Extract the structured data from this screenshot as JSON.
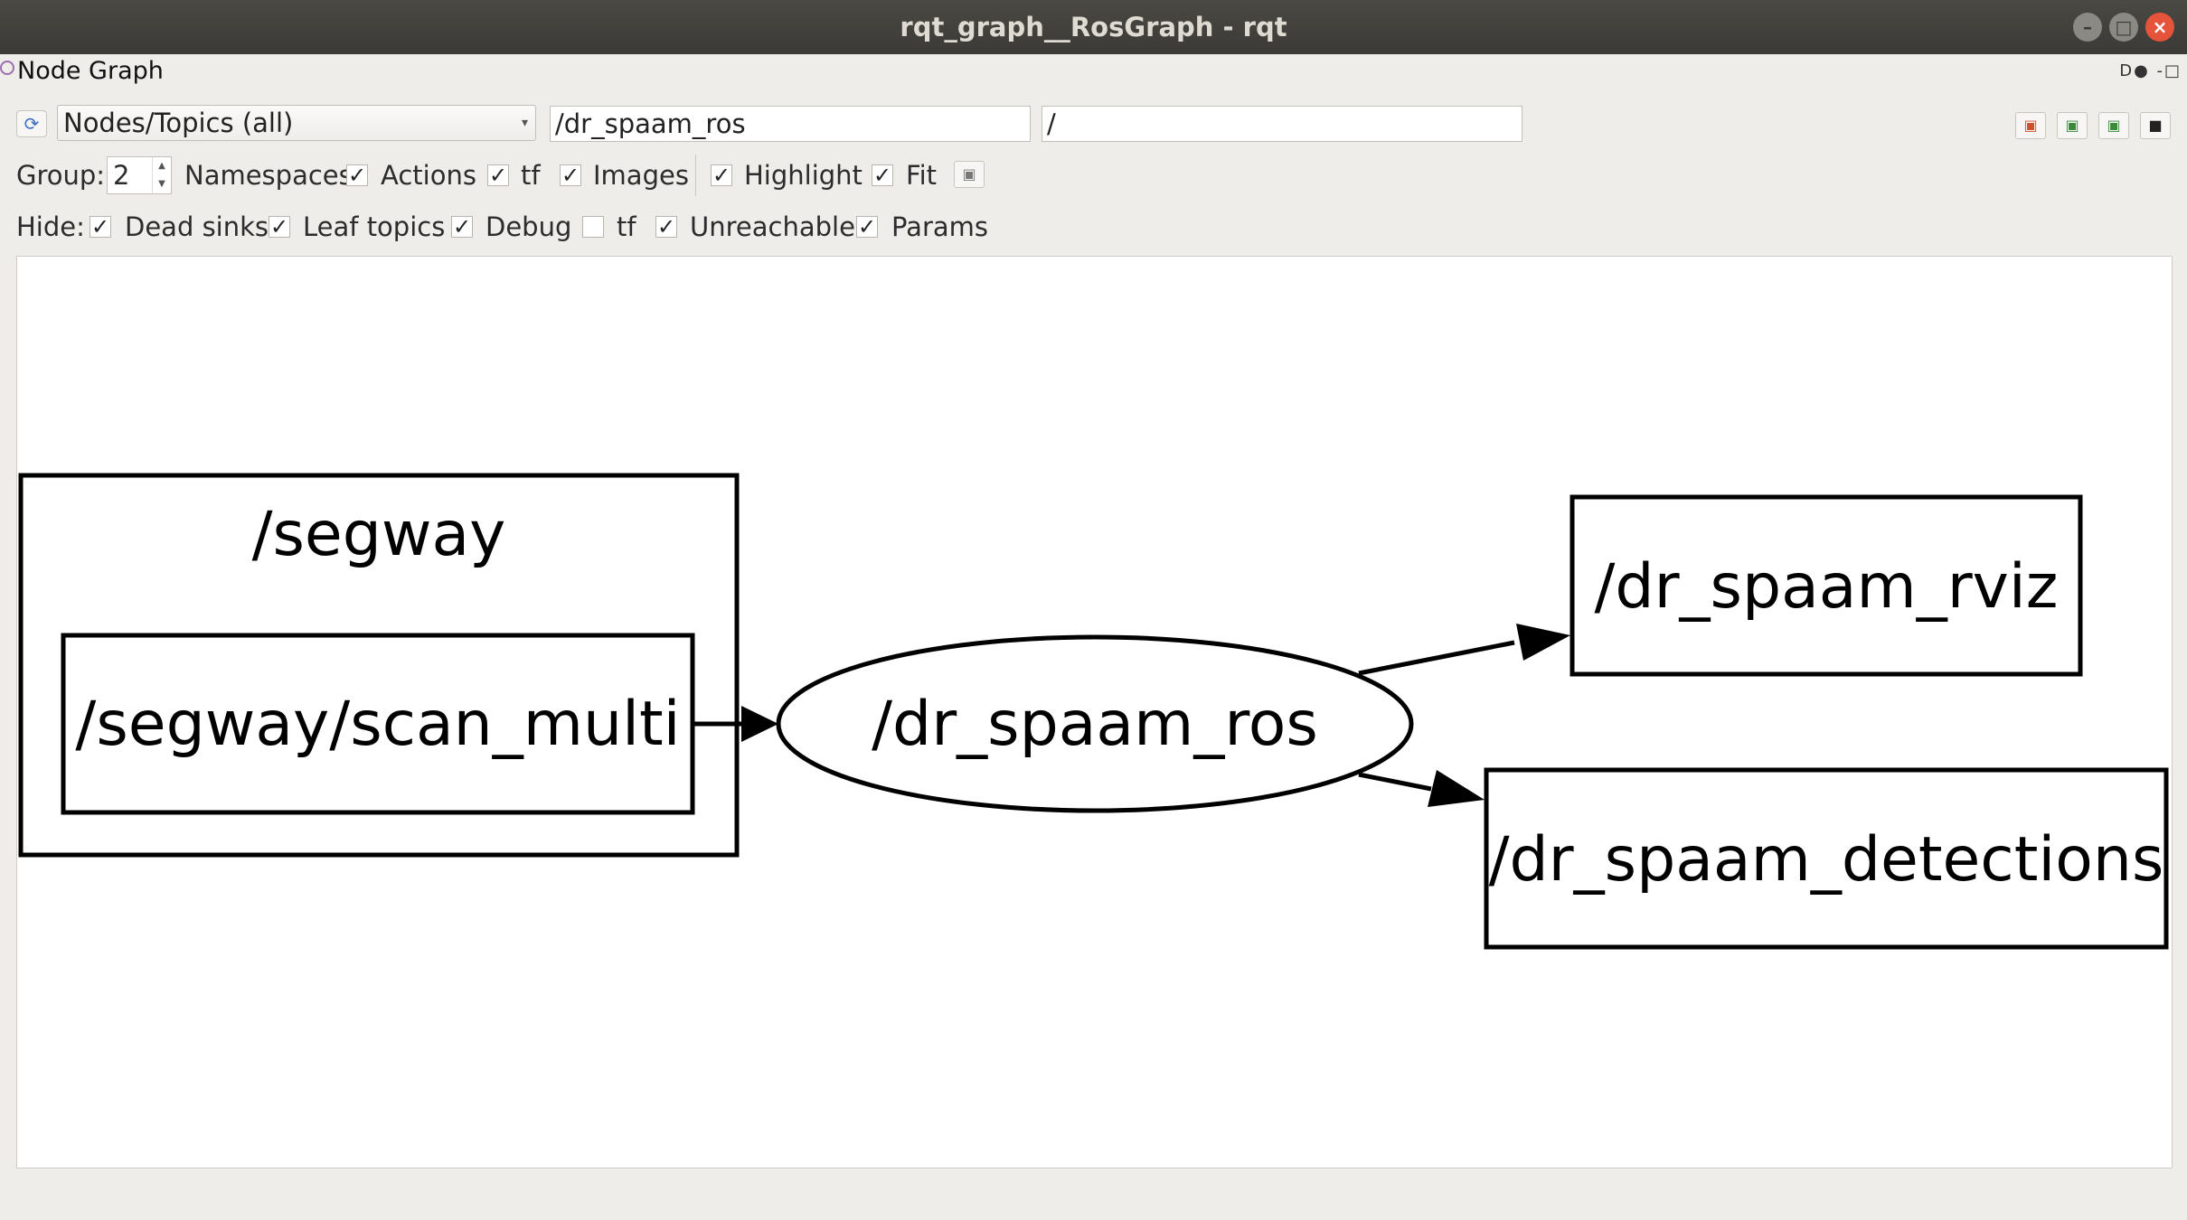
{
  "window": {
    "title": "rqt_graph__RosGraph - rqt",
    "buttons": [
      "minimize",
      "maximize",
      "close"
    ]
  },
  "dock": {
    "title": "Node Graph",
    "controls": "D● -□"
  },
  "toolbar": {
    "refresh_icon": "refresh-icon",
    "mode_select": "Nodes/Topics (all)",
    "node_filter": "/dr_spaam_ros",
    "topic_filter": "/",
    "right_buttons": [
      "load-dot-icon",
      "save-dot-icon",
      "save-svg-icon",
      "save-image-icon"
    ]
  },
  "group_row": {
    "group_label": "Group:",
    "group_value": "2",
    "namespaces": "Namespaces",
    "actions": "Actions",
    "tf": "tf",
    "images": "Images",
    "highlight": "Highlight",
    "fit": "Fit",
    "checked": {
      "namespaces": true,
      "actions": true,
      "tf": true,
      "highlight": true,
      "fit": true
    }
  },
  "hide_row": {
    "hide_label": "Hide:",
    "dead_sinks": "Dead sinks",
    "leaf_topics": "Leaf topics",
    "debug": "Debug",
    "tf": "tf",
    "unreachable": "Unreachable",
    "params": "Params",
    "checked": {
      "dead_sinks": true,
      "leaf_topics": true,
      "debug": true,
      "tf": false,
      "unreachable": true,
      "params": true
    }
  },
  "graph": {
    "namespace_label": "/segway",
    "topic_in": "/segway/scan_multi",
    "node": "/dr_spaam_ros",
    "topic_out_1": "/dr_spaam_rviz",
    "topic_out_2": "/dr_spaam_detections",
    "edges": [
      {
        "from": "/segway/scan_multi",
        "to": "/dr_spaam_ros"
      },
      {
        "from": "/dr_spaam_ros",
        "to": "/dr_spaam_rviz"
      },
      {
        "from": "/dr_spaam_ros",
        "to": "/dr_spaam_detections"
      }
    ]
  }
}
